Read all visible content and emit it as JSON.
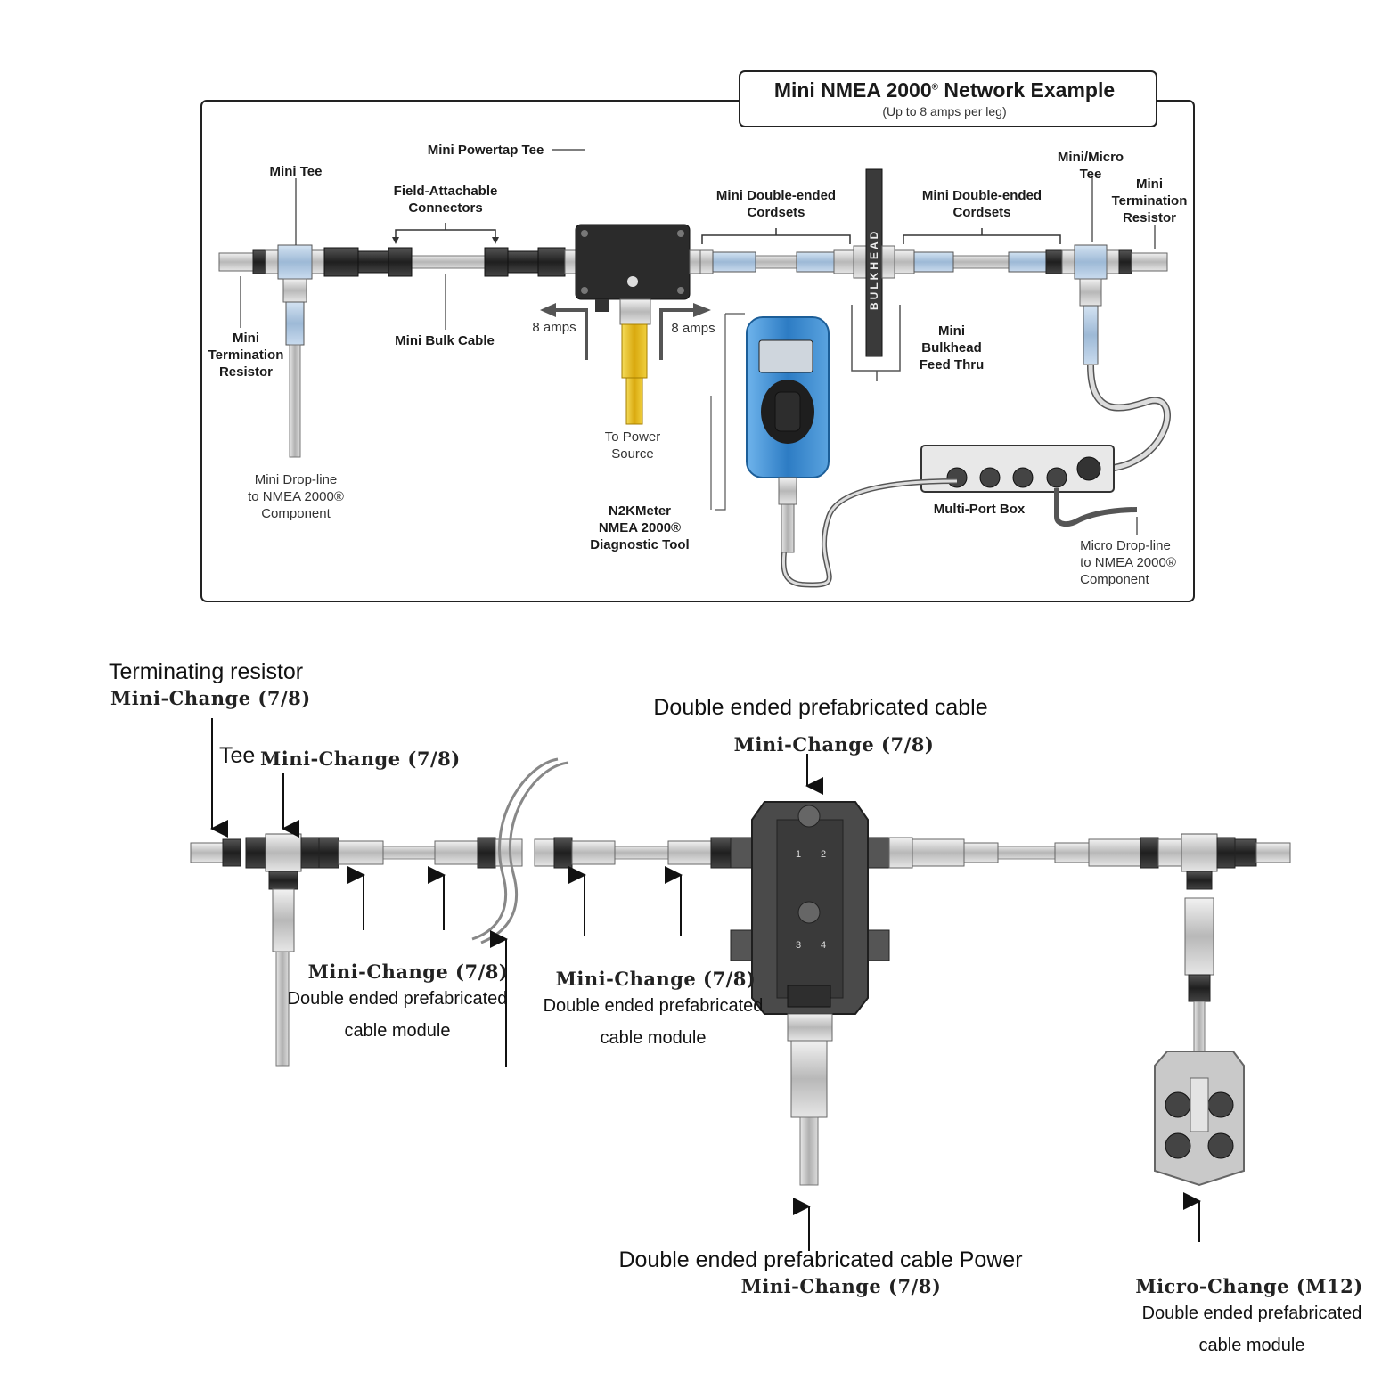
{
  "top": {
    "title": "Mini NMEA 2000",
    "title_reg": "®",
    "title_rest": " Network Example",
    "subtitle": "(Up to 8 amps per leg)",
    "labels": {
      "mini_powertap_tee": "Mini Powertap Tee",
      "mini_tee": "Mini Tee",
      "field_attachable": [
        "Field-Attachable",
        "Connectors"
      ],
      "mini_double_ended_1": [
        "Mini Double-ended",
        "Cordsets"
      ],
      "mini_double_ended_2": [
        "Mini Double-ended",
        "Cordsets"
      ],
      "mini_micro_tee": [
        "Mini/Micro",
        "Tee"
      ],
      "mini_termination_right": [
        "Mini",
        "Termination",
        "Resistor"
      ],
      "mini_termination_left": [
        "Mini",
        "Termination",
        "Resistor"
      ],
      "mini_bulk_cable": "Mini Bulk Cable",
      "amps_left": "8 amps",
      "amps_right": "8 amps",
      "to_power": [
        "To Power",
        "Source"
      ],
      "mini_bulkhead": [
        "Mini",
        "Bulkhead",
        "Feed Thru"
      ],
      "bulkhead_word": "BULKHEAD",
      "mini_drop_line": [
        "Mini Drop-line",
        "to NMEA 2000®",
        "Component"
      ],
      "n2kmeter": [
        "N2KMeter",
        "NMEA 2000®",
        "Diagnostic Tool"
      ],
      "multi_port_box": "Multi-Port Box",
      "micro_drop_line": [
        "Micro Drop-line",
        "to NMEA 2000®",
        "Component"
      ]
    }
  },
  "bottom": {
    "terminating_resistor": "Terminating resistor",
    "terminating_code": "Mini-Change (7/8)",
    "tee": "Tee",
    "tee_code": "Mini-Change (7/8)",
    "double_ended_title": "Double ended prefabricated cable",
    "double_ended_code": "Mini-Change (7/8)",
    "module1_code": "Mini-Change (7/8)",
    "module1_line1": "Double ended prefabricated",
    "module1_line2": "cable module",
    "module2_code": "Mini-Change (7/8)",
    "module2_line1": "Double ended prefabricated",
    "module2_line2": "cable module",
    "power_title": "Double ended prefabricated cable Power",
    "power_code": "Mini-Change (7/8)",
    "micro_code": "Micro-Change (M12)",
    "micro_line1": "Double ended prefabricated",
    "micro_line2": "cable module",
    "hub_ports": [
      "1",
      "2",
      "3",
      "4"
    ]
  },
  "colors": {
    "cable_blue": "#a9c3dd",
    "connector_dark": "#2a2a2a",
    "power_yellow": "#e8c420",
    "meter_blue": "#2f7fc8",
    "cable_gray": "#c8c8c8"
  }
}
